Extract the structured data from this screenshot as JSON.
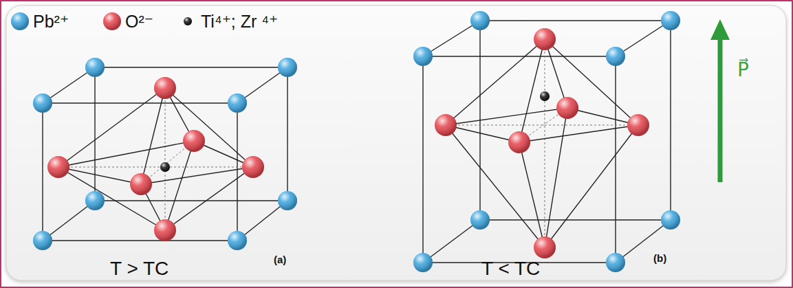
{
  "diagram": {
    "labels": [
      "T > TC",
      "(a)",
      "T < TC",
      "(b)",
      "P⃗"
    ],
    "legend": [
      {
        "text": "Pb²⁺",
        "color": "#3aa3dc"
      },
      {
        "text": "O²⁻",
        "color": "#e4434c"
      },
      {
        "text": "Ti⁴⁺; Zr ⁴⁺",
        "color": "#111111"
      }
    ]
  }
}
